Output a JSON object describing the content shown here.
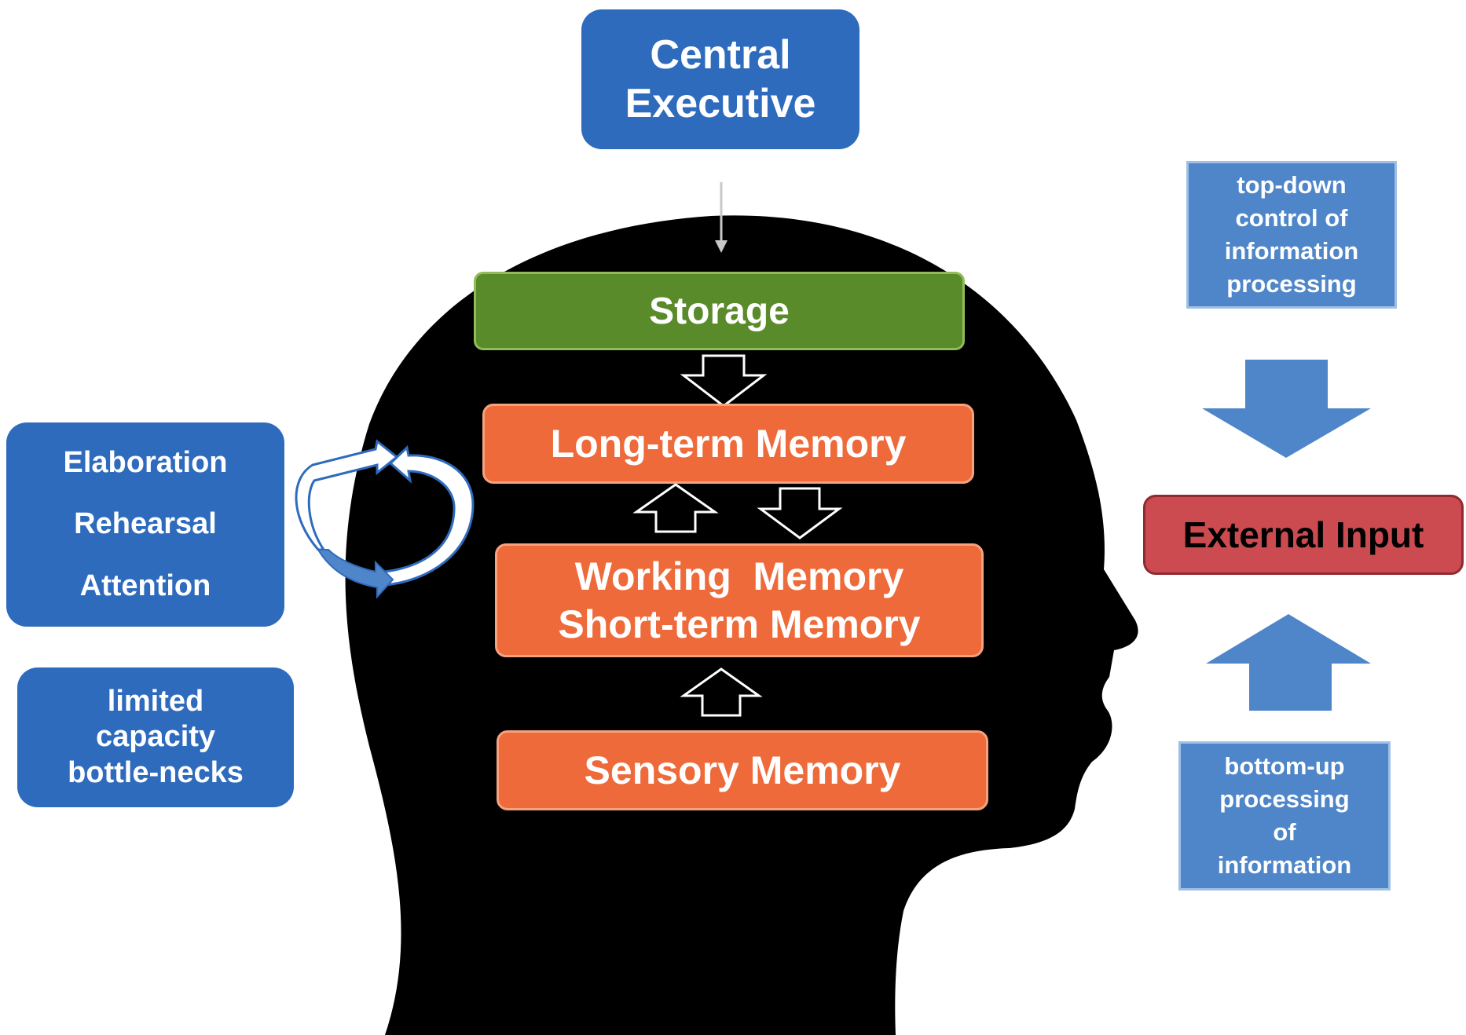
{
  "central_executive": {
    "lines": [
      "Central",
      "Executive"
    ]
  },
  "storage": {
    "label": "Storage"
  },
  "long_term": {
    "label": "Long-term Memory"
  },
  "working": {
    "lines": [
      "Working  Memory",
      "Short-term Memory"
    ]
  },
  "sensory": {
    "label": "Sensory Memory"
  },
  "strategies": {
    "items": [
      "Elaboration",
      "Rehearsal",
      "Attention"
    ]
  },
  "limited": {
    "lines": [
      "limited",
      "capacity",
      "bottle-necks"
    ]
  },
  "top_down": {
    "lines": [
      "top-down",
      "control of",
      "information",
      "processing"
    ]
  },
  "external_input": {
    "label": "External Input"
  },
  "bottom_up": {
    "lines": [
      "bottom-up",
      "processing",
      "of",
      "information"
    ]
  },
  "colors": {
    "blue": "#2e6bbd",
    "light_blue": "#4f86c9",
    "orange": "#ee6a3a",
    "green": "#5a8b2a",
    "red": "#cc4b51",
    "head": "#000000"
  }
}
